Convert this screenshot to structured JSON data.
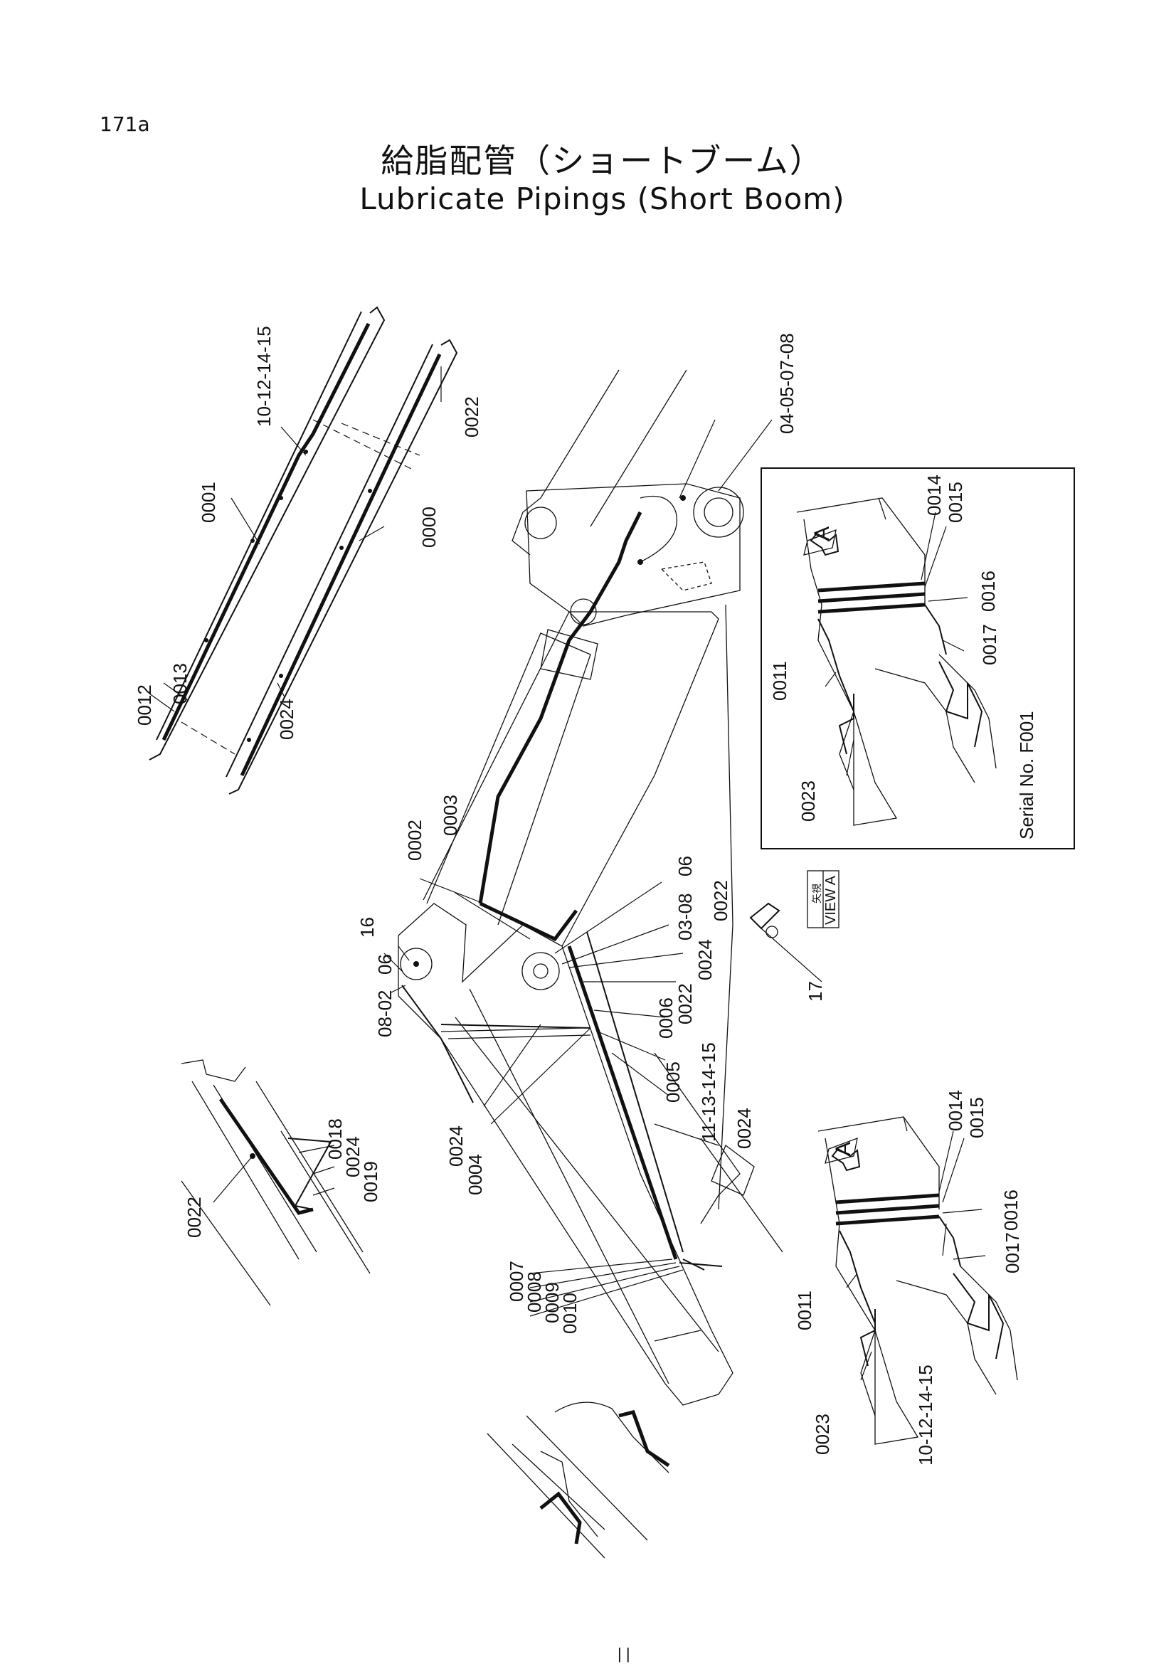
{
  "page": {
    "number": "171a"
  },
  "title": {
    "japanese": "給脂配管（ショートブーム）",
    "english": "Lubricate Pipings (Short Boom)"
  },
  "callouts": {
    "c_10_12_14_15_top": "10-12-14-15",
    "c_0022_top": "0022",
    "c_0001": "0001",
    "c_0000": "0000",
    "c_0013": "0013",
    "c_0012": "0012",
    "c_0024_top": "0024",
    "c_04_08": "04-05-07-08",
    "c_0002": "0002",
    "c_0003": "0003",
    "c_16": "16",
    "c_06_left": "06",
    "c_08_02": "08-02",
    "c_06_right": "06",
    "c_03_08": "03-08",
    "c_0022_mid": "0022",
    "c_17": "17",
    "c_0024_mid": "0024",
    "c_0022_mid2": "0022",
    "c_0006": "0006",
    "c_0005": "0005",
    "c_11_13_14_15": "11-13-14-15",
    "c_0024_mid2": "0024",
    "c_0024_left": "0024",
    "c_0004": "0004",
    "c_0018": "0018",
    "c_0024_det": "0024",
    "c_0019": "0019",
    "c_0022_det": "0022",
    "c_0007": "0007",
    "c_0008": "0008",
    "c_0009": "0009",
    "c_0010": "0010",
    "view_a_label": "VIEW A",
    "view_a_kanji": "矢視"
  },
  "inset_top": {
    "c_0014": "0014",
    "c_0015": "0015",
    "c_0016": "0016",
    "c_0017": "0017",
    "c_0011": "0011",
    "c_0023": "0023",
    "arrow_label": "A",
    "serial": "Serial No. F001"
  },
  "inset_bottom": {
    "c_0014": "0014",
    "c_0015": "0015",
    "c_0016": "0016",
    "c_0017": "0017",
    "c_0011": "0011",
    "c_0023": "0023",
    "c_10_12_14_15": "10-12-14-15",
    "arrow_label": "A"
  },
  "footer": {
    "mark": "| |"
  }
}
